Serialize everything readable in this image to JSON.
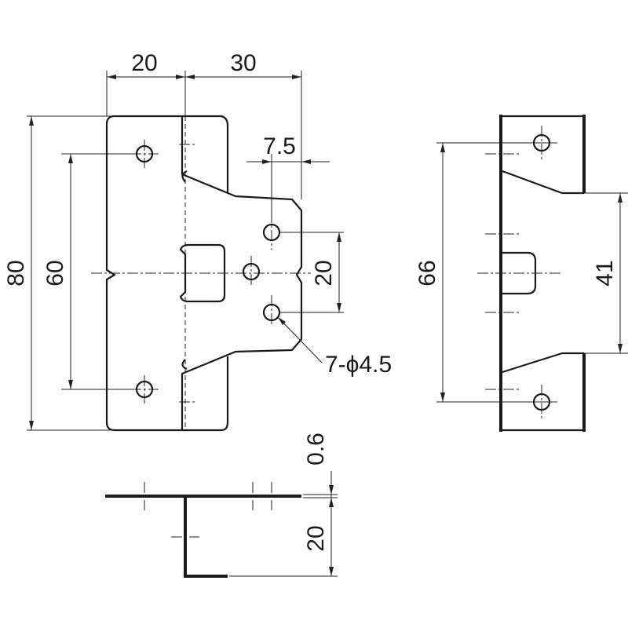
{
  "drawing": {
    "dimensions": {
      "top_width_left": "20",
      "top_width_right": "30",
      "offset": "7.5",
      "total_height": "80",
      "hole_pitch_outer": "60",
      "hole_pitch_inner": "20",
      "hole_callout": "7-ϕ4.5",
      "side_hole_pitch": "66",
      "side_opening": "41",
      "thickness": "0.6",
      "bend_height": "20"
    }
  }
}
